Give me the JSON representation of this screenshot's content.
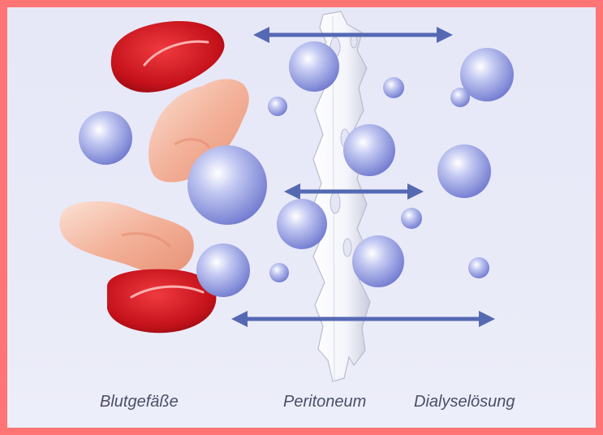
{
  "labels": {
    "blood_vessels": "Blutgefäße",
    "peritoneum": "Peritoneum",
    "dialysis_solution": "Dialyselösung"
  },
  "colors": {
    "background": "#e8eaf7",
    "frame": "#ff7474",
    "arrow": "#5569b3",
    "molecule": "#8d97e2",
    "red_blood_cell": "#c8141e",
    "tissue_cell": "#f2b39d"
  }
}
